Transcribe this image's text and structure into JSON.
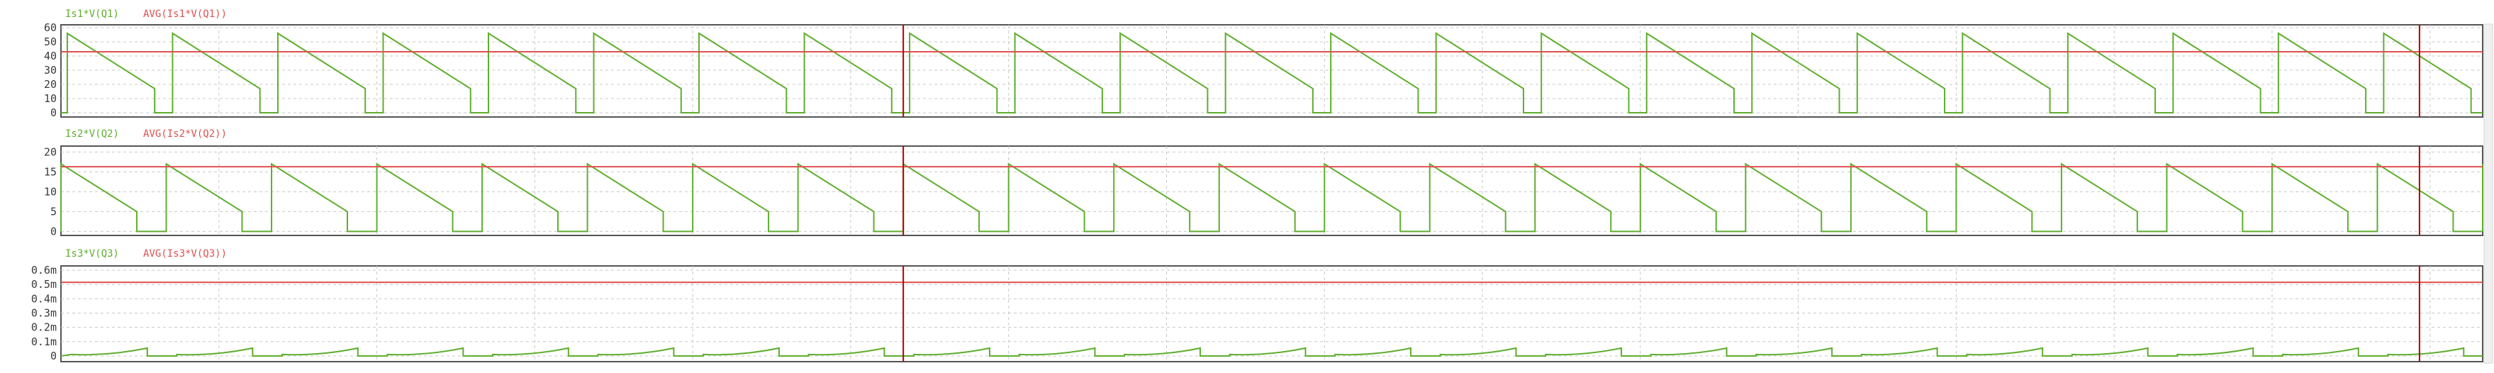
{
  "colors": {
    "trace": "#5fae2e",
    "average": "#e05050",
    "cursor": "#b00000"
  },
  "chart_data": [
    {
      "type": "line",
      "series": [
        {
          "name": "Is1*V(Q1)",
          "shape": "sawtooth",
          "peak": 56,
          "floor": 17,
          "off": 0,
          "period": 1,
          "on_fraction": 0.83,
          "first_phase": 0.06
        },
        {
          "name": "AVG(Is1*V(Q1))",
          "shape": "flat",
          "value": 43
        }
      ],
      "y_ticks": [
        "0",
        "10",
        "20",
        "30",
        "40",
        "50",
        "60"
      ],
      "y_tick_values": [
        0,
        10,
        20,
        30,
        40,
        50,
        60
      ],
      "ylim": [
        -3,
        62
      ],
      "x_range": [
        0,
        23
      ],
      "grid": true
    },
    {
      "type": "line",
      "series": [
        {
          "name": "Is2*V(Q2)",
          "shape": "sawtooth",
          "peak": 17,
          "floor": 5,
          "off": 0,
          "period": 1,
          "on_fraction": 0.72,
          "first_phase": 0.0
        },
        {
          "name": "AVG(Is2*V(Q2))",
          "shape": "flat",
          "value": 16.3
        }
      ],
      "y_ticks": [
        "0",
        "5",
        "10",
        "15",
        "20"
      ],
      "y_tick_values": [
        0,
        5,
        10,
        15,
        20
      ],
      "ylim": [
        -1,
        21.5
      ],
      "x_range": [
        0,
        23
      ],
      "grid": true
    },
    {
      "type": "line",
      "series": [
        {
          "name": "Is3*V(Q3)",
          "shape": "bump",
          "peak": 0.055,
          "floor": 0.01,
          "off": 0,
          "period": 1,
          "on_fraction": 0.72,
          "first_phase": 0.1
        },
        {
          "name": "AVG(Is3*V(Q3))",
          "shape": "flat",
          "value": 0.515
        }
      ],
      "y_ticks": [
        "0.6m",
        "0.5m",
        "0.4m",
        "0.3m",
        "0.2m",
        "0.1m",
        "0"
      ],
      "y_tick_values": [
        0.6,
        0.5,
        0.4,
        0.3,
        0.2,
        0.1,
        0
      ],
      "ylim": [
        -0.04,
        0.63
      ],
      "x_range": [
        0,
        23
      ],
      "grid": true
    }
  ],
  "cursors": [
    8,
    22.4
  ]
}
